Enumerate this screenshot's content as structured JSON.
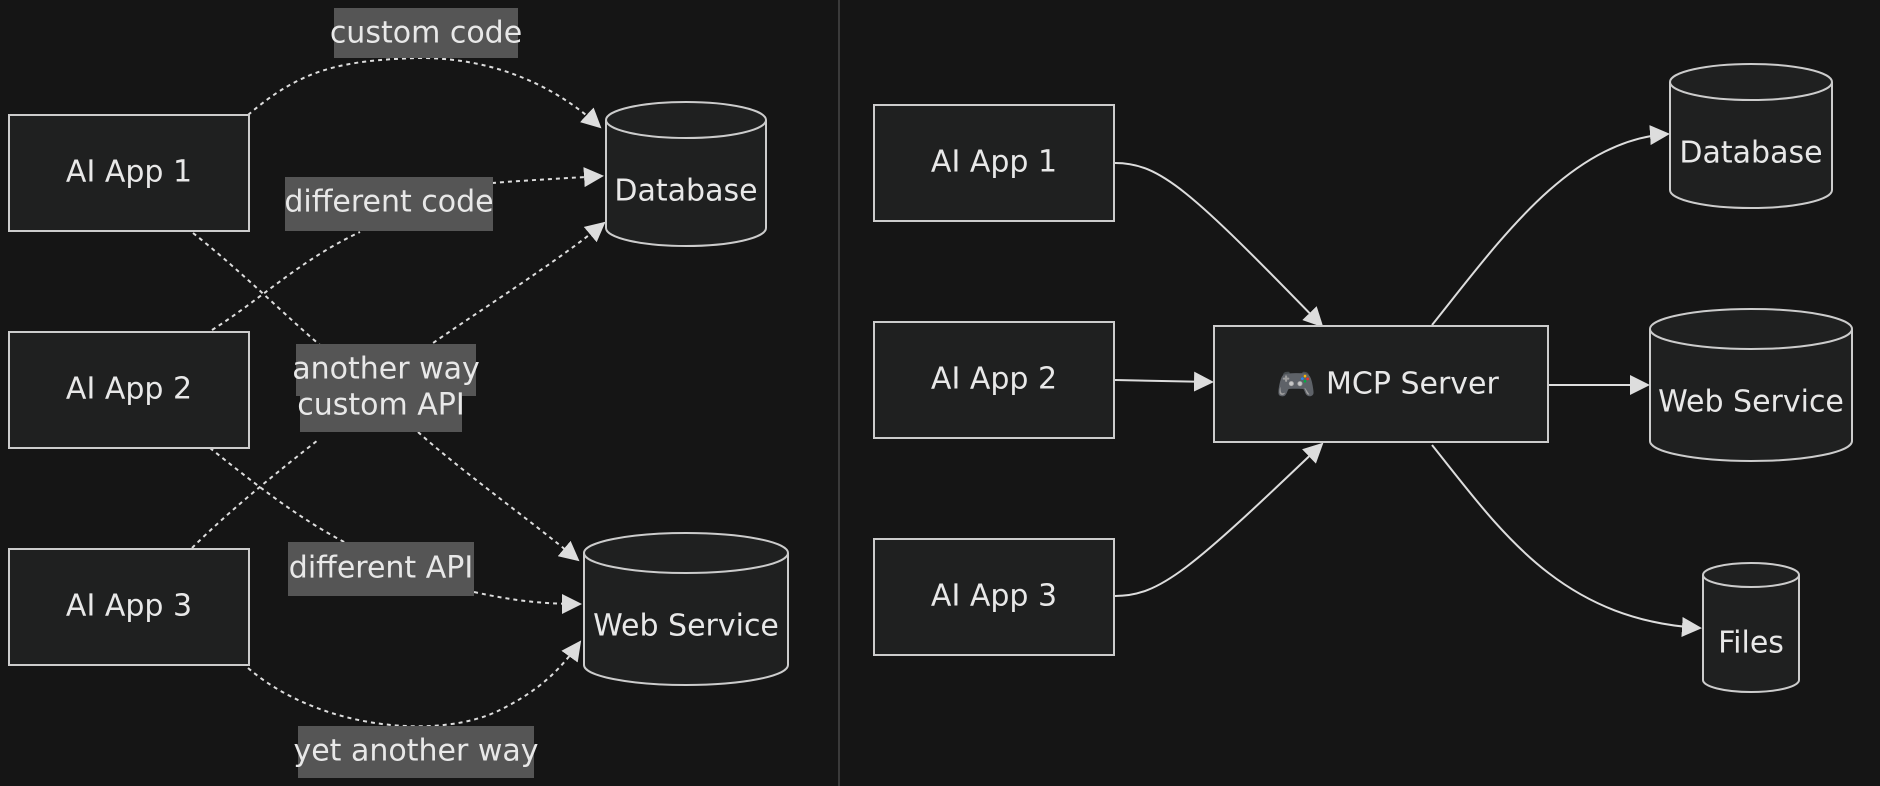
{
  "left": {
    "apps": [
      "AI App 1",
      "AI App 2",
      "AI App 3"
    ],
    "database": "Database",
    "web_service": "Web Service",
    "edge_labels": {
      "custom_code": "custom code",
      "different_code": "different code",
      "another_way": "another way",
      "custom_api": "custom API",
      "different_api": "different API",
      "yet_another_way": "yet another way"
    }
  },
  "right": {
    "apps": [
      "AI App 1",
      "AI App 2",
      "AI App 3"
    ],
    "mcp_server": "MCP Server",
    "mcp_icon": "🎮",
    "database": "Database",
    "web_service": "Web Service",
    "files": "Files"
  },
  "colors": {
    "background": "#151515",
    "node_fill": "#1f2020",
    "node_stroke": "#cccccc",
    "edge": "#dddddd",
    "label_bg": "#555555",
    "text": "#e8e8e8"
  }
}
